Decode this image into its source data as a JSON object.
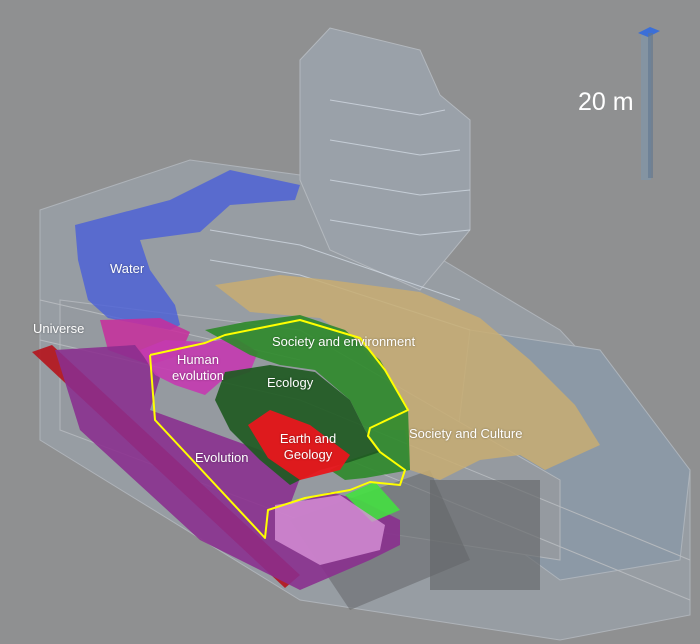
{
  "scale": {
    "label": "20 m"
  },
  "zones": {
    "water": {
      "label": "Water",
      "color": "#4a5fd8"
    },
    "universe": {
      "label": "Universe",
      "color": "#c82d9c"
    },
    "human_evolution": {
      "label_line1": "Human",
      "label_line2": "evolution",
      "color": "#c43ab0"
    },
    "society_environment": {
      "label": "Society and environment",
      "color": "#2e8a2a"
    },
    "ecology": {
      "label": "Ecology",
      "color": "#1f5a22"
    },
    "earth_geology": {
      "label_line1": "Earth and",
      "label_line2": "Geology",
      "color": "#e8161c"
    },
    "evolution": {
      "label": "Evolution",
      "color": "#8a2d8e"
    },
    "society_culture": {
      "label": "Society and Culture",
      "color": "#c8ad72"
    },
    "outer_strip": {
      "color": "#b5141c"
    }
  },
  "highlight_outline_color": "#ffff00"
}
